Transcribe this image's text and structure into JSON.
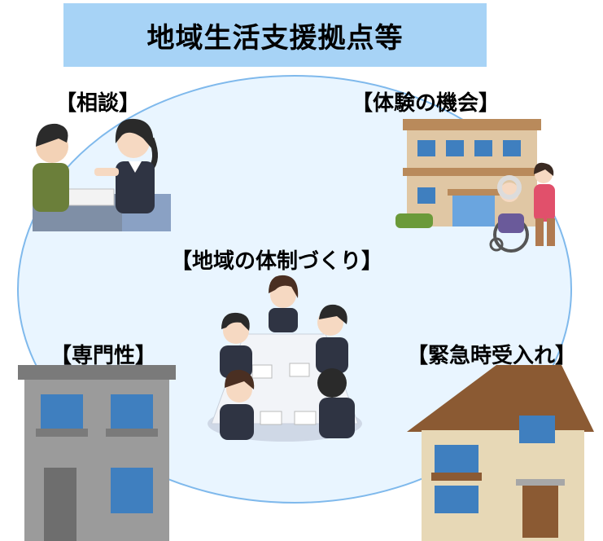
{
  "title": "地域生活支援拠点等",
  "labels": {
    "consultation": "【相談】",
    "experience": "【体験の機会】",
    "community": "【地域の体制づくり】",
    "expertise": "【専門性】",
    "emergency": "【緊急時受入れ】"
  },
  "colors": {
    "title_bg": "#a7d3f6",
    "circle": "#e9f5ff",
    "circle_stroke": "#7fb9ec"
  }
}
